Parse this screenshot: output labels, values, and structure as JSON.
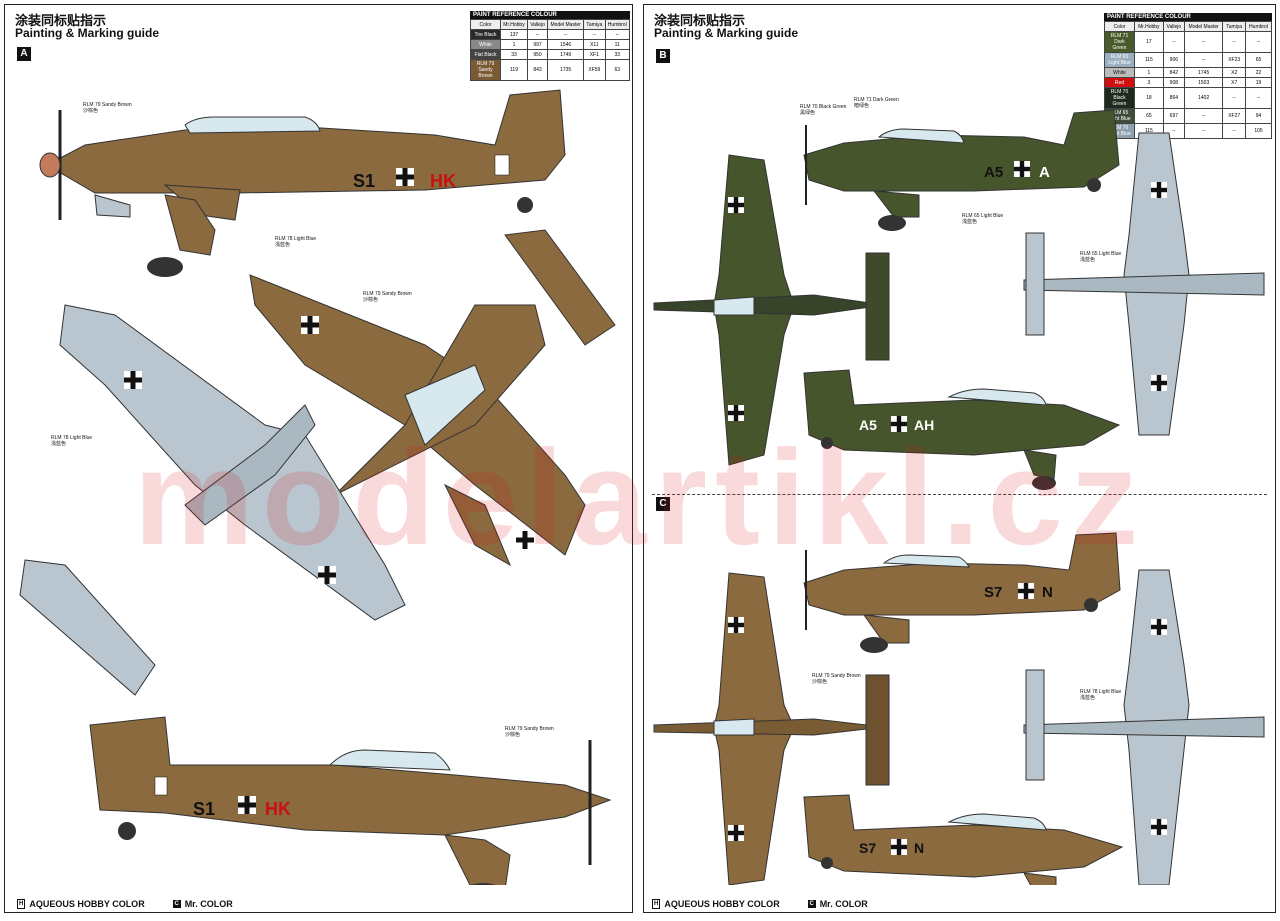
{
  "header": {
    "title_cn": "涂装同标贴指示",
    "title_en": "Painting & Marking guide"
  },
  "panels": {
    "a": "A",
    "b": "B",
    "c": "C"
  },
  "paint_table_left": {
    "title": "PAINT REFERENCE COLOUR",
    "columns": [
      "Color",
      "Mr.Hobby",
      "Vallejo",
      "Model Master",
      "Tamiya",
      "Humbrol"
    ],
    "rows": [
      {
        "color": "Tire Black",
        "mrhobby": "137",
        "vallejo": "--",
        "mm": "--",
        "tamiya": "--",
        "humbrol": "--",
        "hex": "#2a2a2a"
      },
      {
        "color": "White",
        "mrhobby": "1",
        "vallejo": "997",
        "mm": "1546",
        "tamiya": "X11",
        "humbrol": "11",
        "hex": "#888888"
      },
      {
        "color": "Flat Black",
        "mrhobby": "33",
        "vallejo": "950",
        "mm": "1749",
        "tamiya": "XF1",
        "humbrol": "33",
        "hex": "#444444"
      },
      {
        "color": "RLM 79 Sandy Brown",
        "mrhobby": "119",
        "vallejo": "843",
        "mm": "1735",
        "tamiya": "XF59",
        "humbrol": "63",
        "hex": "#7a5a34"
      }
    ]
  },
  "paint_table_right": {
    "title": "PAINT REFERENCE COLOUR",
    "columns": [
      "Color",
      "Mr.Hobby",
      "Vallejo",
      "Model Master",
      "Tamiya",
      "Humbrol"
    ],
    "rows": [
      {
        "color": "RLM 71 Dark Green",
        "mrhobby": "17",
        "vallejo": "--",
        "mm": "--",
        "tamiya": "--",
        "humbrol": "--",
        "hex": "#4a5a2a"
      },
      {
        "color": "RLM 65 Light Blue",
        "mrhobby": "115",
        "vallejo": "906",
        "mm": "--",
        "tamiya": "XF23",
        "humbrol": "65",
        "hex": "#9ab0c0"
      },
      {
        "color": "White",
        "mrhobby": "1",
        "vallejo": "842",
        "mm": "1745",
        "tamiya": "X2",
        "humbrol": "22",
        "hex": "#bbbbbb"
      },
      {
        "color": "Red",
        "mrhobby": "3",
        "vallejo": "908",
        "mm": "1503",
        "tamiya": "X7",
        "humbrol": "19",
        "hex": "#d01010"
      },
      {
        "color": "RLM 70 Black Green",
        "mrhobby": "18",
        "vallejo": "864",
        "mm": "1402",
        "tamiya": "--",
        "humbrol": "--",
        "hex": "#1e2a1c"
      },
      {
        "color": "RLM 65 Light Blue",
        "mrhobby": "65",
        "vallejo": "697",
        "mm": "--",
        "tamiya": "XF27",
        "humbrol": "94",
        "hex": "#3e4e3a"
      },
      {
        "color": "RLM 76 Light Blue",
        "mrhobby": "115",
        "vallejo": "--",
        "mm": "--",
        "tamiya": "--",
        "humbrol": "105",
        "hex": "#8fa2b0"
      }
    ]
  },
  "aircraft_codes": {
    "a_side": "S1",
    "a_side_tail": "HK",
    "a_bottom": "S1",
    "a_bottom_tail": "HK",
    "b_side": "A5",
    "b_side_tail": "A",
    "b_bottom": "A5",
    "b_bottom_tail": "AH",
    "c_side": "S7",
    "c_side_tail": "N",
    "c_bottom": "S7",
    "c_bottom_tail": "N"
  },
  "color_notes": {
    "rlm79": "RLM 79 Sandy Brown",
    "rlm79_cn": "沙棕色",
    "rlm78": "RLM 78 Light Blue",
    "rlm78_cn": "浅蓝色",
    "rlm70": "RLM 70 Black Green",
    "rlm70_cn": "黑绿色",
    "rlm71": "RLM 71 Dark Green",
    "rlm71_cn": "暗绿色",
    "rlm65": "RLM 65 Light Blue",
    "rlm65_cn": "浅蓝色"
  },
  "footer": {
    "aqueous_prefix": "H",
    "aqueous": "AQUEOUS HOBBY COLOR",
    "mrcolor_prefix": "C",
    "mrcolor": "Mr. COLOR"
  },
  "watermark": "modelartikl.cz",
  "colors": {
    "sandy_brown": "#8a6a3e",
    "light_blue": "#b9c6cf",
    "dark_green": "#46552c",
    "black_green": "#2c3a26",
    "canopy": "#d7e8ee"
  }
}
